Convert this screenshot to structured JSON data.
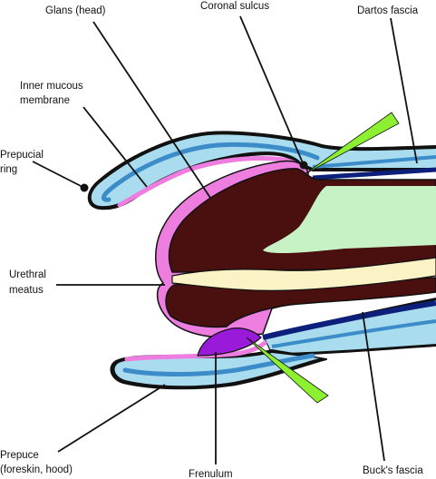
{
  "labels": {
    "glans": "Glans (head)",
    "coronal_sulcus": "Coronal sulcus",
    "dartos_fascia": "Dartos fascia",
    "inner_mucous_line1": "Inner mucous",
    "inner_mucous_line2": "membrane",
    "prepucial_line1": "Prepucial",
    "prepucial_line2": "ring",
    "urethral_line1": "Urethral",
    "urethral_line2": "meatus",
    "prepuce_line1": "Prepuce",
    "prepuce_line2": "(foreskin, hood)",
    "frenulum": "Frenulum",
    "bucks_fascia": "Buck's fascia"
  },
  "colors": {
    "outer_skin": "#a8dcee",
    "skin_stripe": "#3c8cc9",
    "mucosa": "#ee7de0",
    "glans_tissue": "#4a0f0f",
    "corpus_cavernosum": "#c6f2c6",
    "urethra": "#fbf3c6",
    "bucks_fascia": "#0c1f7a",
    "frenulum": "#9a1ad9",
    "arrow": "#8cf030",
    "outline": "#111111"
  }
}
